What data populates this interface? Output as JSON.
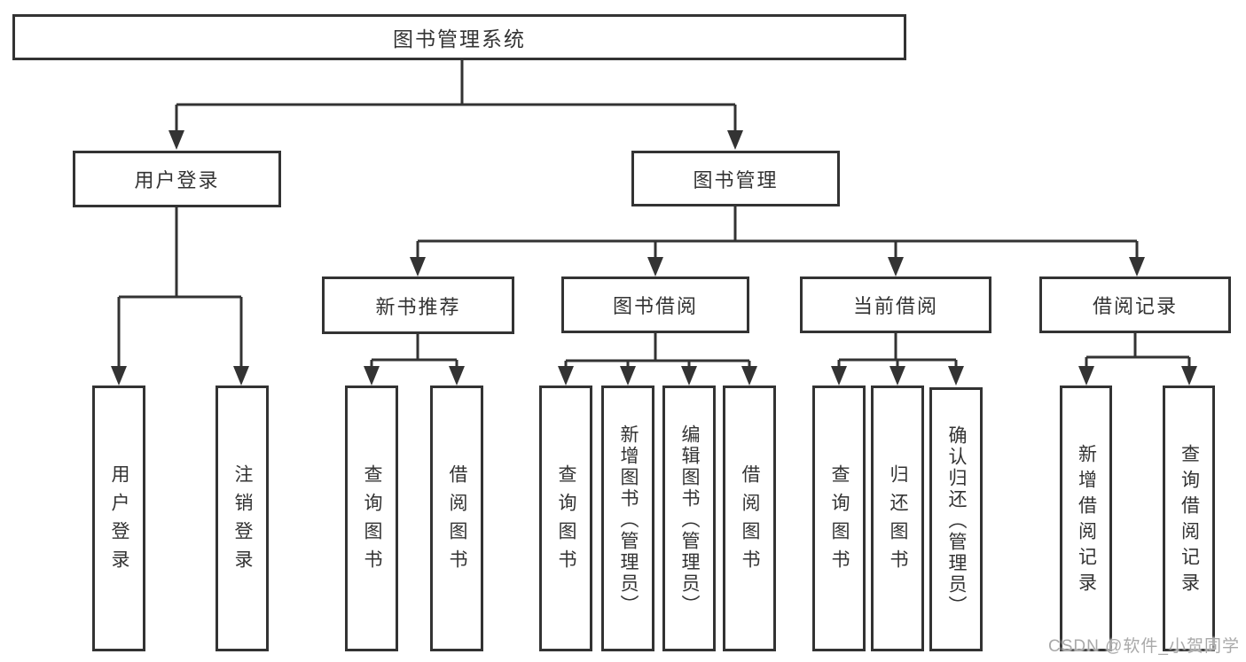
{
  "colors": {
    "line": "#333333",
    "text": "#333333",
    "background": "#ffffff",
    "watermark": "#a9a9a9"
  },
  "watermark": {
    "text": "CSDN @软件_小贺同学"
  },
  "tree": {
    "root": {
      "label": "图书管理系统"
    },
    "branches": [
      {
        "label": "用户登录",
        "children": [
          {
            "label": "用户登录"
          },
          {
            "label": "注销登录"
          }
        ]
      },
      {
        "label": "图书管理",
        "children": [
          {
            "label": "新书推荐",
            "children": [
              {
                "label": "查询图书"
              },
              {
                "label": "借阅图书"
              }
            ]
          },
          {
            "label": "图书借阅",
            "children": [
              {
                "label": "查询图书"
              },
              {
                "label": "新增图书（管理员）"
              },
              {
                "label": "编辑图书（管理员）"
              },
              {
                "label": "借阅图书"
              }
            ]
          },
          {
            "label": "当前借阅",
            "children": [
              {
                "label": "查询图书"
              },
              {
                "label": "归还图书"
              },
              {
                "label": "确认归还（管理员）"
              }
            ]
          },
          {
            "label": "借阅记录",
            "children": [
              {
                "label": "新增借阅记录"
              },
              {
                "label": "查询借阅记录"
              }
            ]
          }
        ]
      }
    ]
  }
}
